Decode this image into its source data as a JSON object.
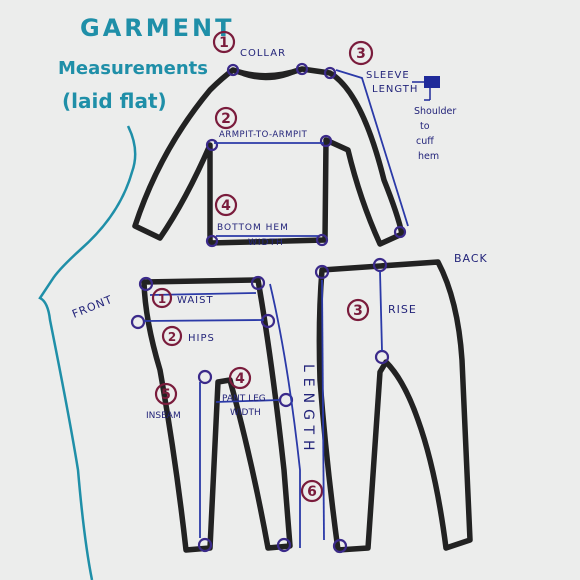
{
  "title": {
    "line1": "GARMENT",
    "line2": "Measurements",
    "line3": "(laid flat)"
  },
  "sweater": {
    "collar": {
      "number": "1",
      "label": "COLLAR"
    },
    "armpit": {
      "number": "2",
      "label": "ARMPIT-TO-ARMPIT"
    },
    "sleeve": {
      "number": "3",
      "label_line1": "SLEEVE",
      "label_line2": "LENGTH",
      "note_line1": "Shoulder",
      "note_line2": "to",
      "note_line3": "cuff",
      "note_line4": "hem"
    },
    "bottom_hem": {
      "number": "4",
      "label_line1": "BOTTOM HEM",
      "label_line2": "WIDTH"
    }
  },
  "pants": {
    "front_label": "FRONT",
    "back_label": "BACK",
    "waist": {
      "number": "1",
      "label": "WAIST"
    },
    "hips": {
      "number": "2",
      "label": "HIPS"
    },
    "rise": {
      "number": "3",
      "label": "RISE"
    },
    "pant_leg": {
      "number": "4",
      "label_line1": "PANT LEG",
      "label_line2": "WIDTH"
    },
    "inseam": {
      "number": "5",
      "label": "INSEAM"
    },
    "length": {
      "number": "6",
      "label": "LENGTH"
    }
  },
  "colors": {
    "ink": "#222222",
    "title": "#1f8fa8",
    "numbers": "#7a1c3c",
    "labels": "#23247a",
    "paper": "#ecedec"
  }
}
